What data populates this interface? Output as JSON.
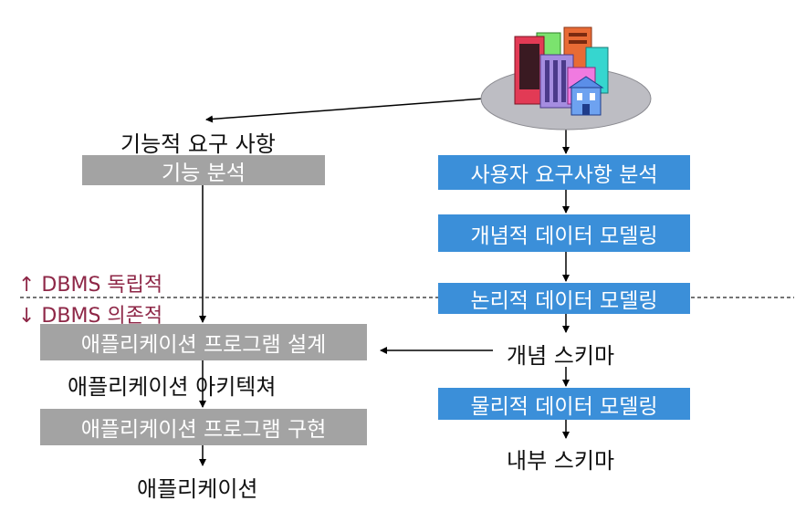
{
  "left": {
    "functional_requirements": "기능적 요구 사항",
    "functional_analysis": "기능 분석",
    "app_program_design": "애플리케이션 프로그램 설계",
    "app_architecture": "애플리케이션 아키텍쳐",
    "app_program_impl": "애플리케이션 프로그램 구현",
    "application": "애플리케이션"
  },
  "right": {
    "user_requirements_analysis": "사용자 요구사항 분석",
    "conceptual_modeling": "개념적 데이터 모델링",
    "logical_modeling": "논리적 데이터 모델링",
    "conceptual_schema": "개념 스키마",
    "physical_modeling": "물리적 데이터 모델링",
    "internal_schema": "내부 스키마"
  },
  "divider": {
    "independent": "↑ DBMS 독립적",
    "dependent": "↓ DBMS 의존적"
  },
  "colors": {
    "gray_box": "#a3a3a3",
    "blue_box": "#3b8fd9",
    "dbms_text": "#8e2747"
  },
  "icon": "office-buildings-icon"
}
